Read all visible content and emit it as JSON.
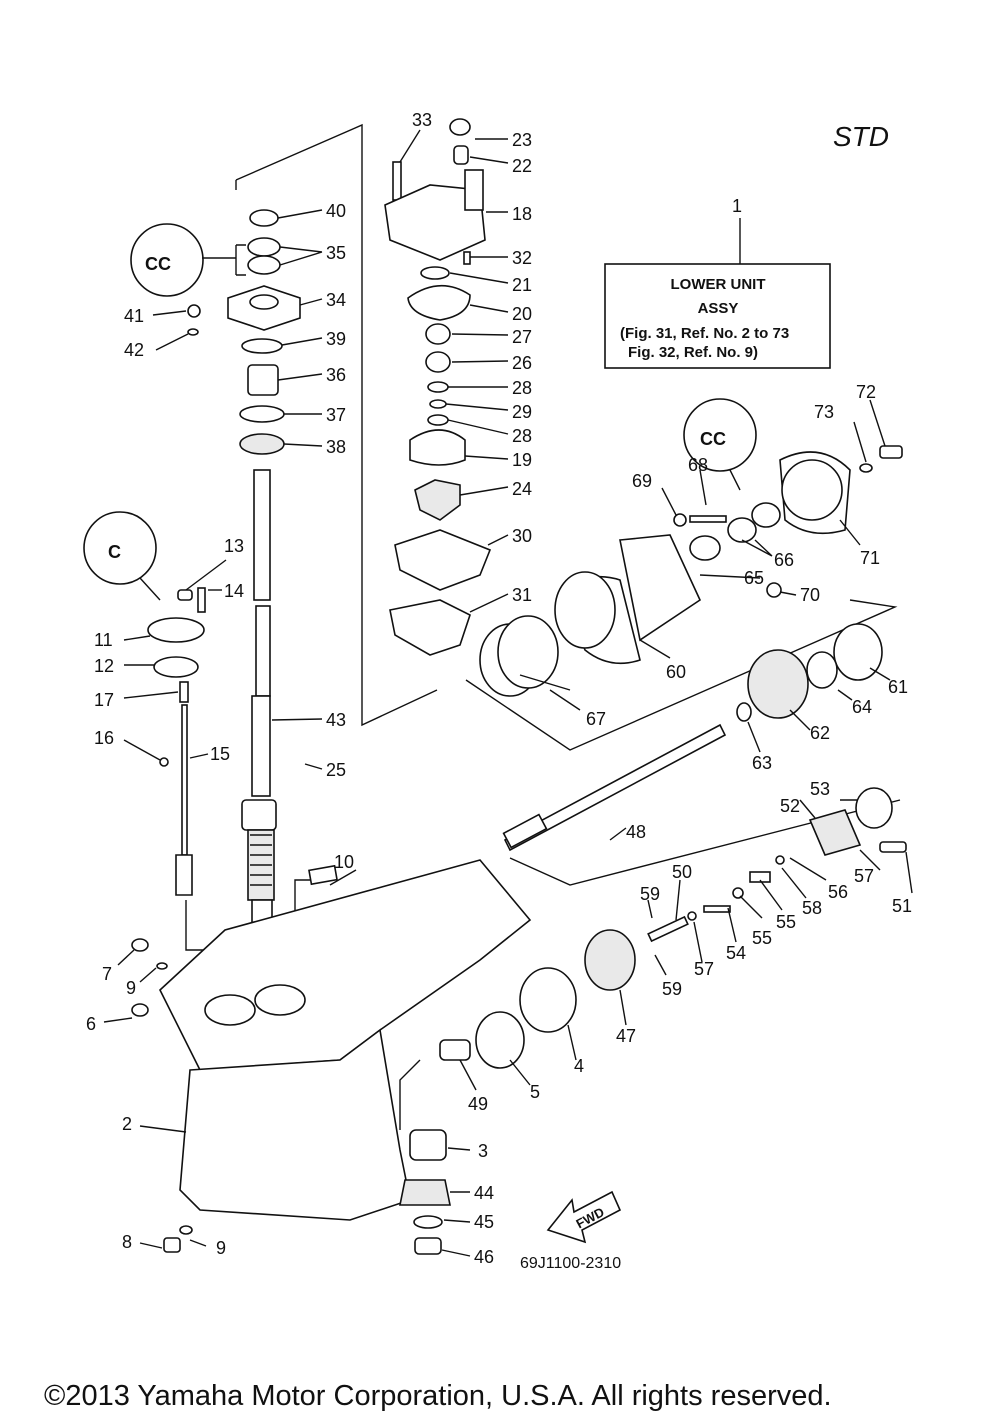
{
  "diagram": {
    "variant_label": "STD",
    "info_box": {
      "ref": "1",
      "line1": "LOWER UNIT",
      "line2": "ASSY",
      "line3": "(Fig. 31, Ref. No. 2 to 73",
      "line4": "Fig. 32, Ref. No. 9)"
    },
    "fwd_label": "FWD",
    "drawing_code": "69J1100-2310",
    "copyright": "©2013 Yamaha Motor Corporation, U.S.A. All rights reserved.",
    "callout_icons": [
      "grease-cc-icon",
      "grease-c-icon",
      "grease-cc-icon"
    ],
    "part_numbers": [
      "2",
      "3",
      "4",
      "5",
      "6",
      "7",
      "8",
      "9",
      "9",
      "10",
      "11",
      "12",
      "13",
      "14",
      "15",
      "16",
      "17",
      "18",
      "19",
      "20",
      "21",
      "22",
      "23",
      "24",
      "25",
      "26",
      "27",
      "28",
      "28",
      "29",
      "30",
      "31",
      "32",
      "33",
      "34",
      "35",
      "36",
      "37",
      "38",
      "39",
      "40",
      "41",
      "42",
      "43",
      "44",
      "45",
      "46",
      "47",
      "48",
      "49",
      "50",
      "51",
      "52",
      "53",
      "54",
      "55",
      "55",
      "56",
      "57",
      "57",
      "58",
      "59",
      "59",
      "60",
      "61",
      "62",
      "63",
      "64",
      "65",
      "66",
      "67",
      "68",
      "69",
      "70",
      "71",
      "72",
      "73"
    ]
  }
}
